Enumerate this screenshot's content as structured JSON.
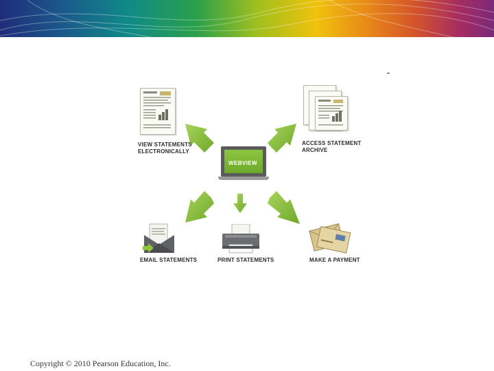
{
  "diagram": {
    "center_label": "WEBVIEW",
    "labels": {
      "view": "VIEW STATEMENTS\nELECTRONICALLY",
      "access": "ACCESS STATEMENT\nARCHIVE",
      "email": "EMAIL STATEMENTS",
      "print": "PRINT STATEMENTS",
      "payment": "MAKE A PAYMENT"
    }
  },
  "footer": {
    "copyright": "Copyright © 2010 Pearson Education, Inc."
  },
  "colors": {
    "arrow_green": "#8cc63f",
    "arrow_dark": "#6ea82a",
    "screen_green": "#7ab534"
  }
}
